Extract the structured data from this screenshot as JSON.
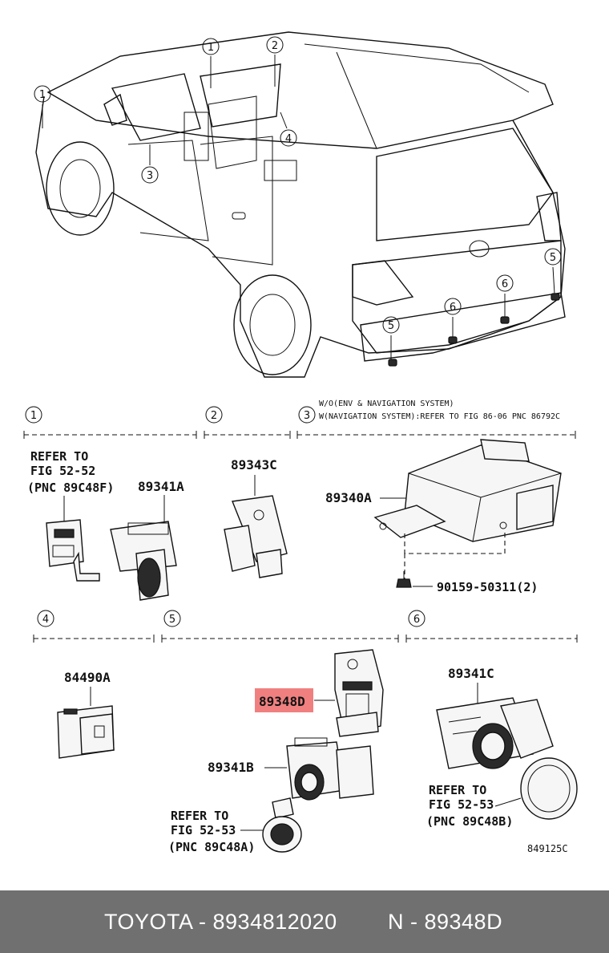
{
  "callouts": {
    "c1": "1",
    "c2": "2",
    "c3": "3",
    "c4": "4",
    "c5": "5",
    "c6": "6"
  },
  "sections": {
    "s3_note_line1": "W/O(ENV & NAVIGATION SYSTEM)",
    "s3_note_line2": "W(NAVIGATION SYSTEM):REFER TO FIG 86-06 PNC 86792C"
  },
  "parts": {
    "p89341A": "89341A",
    "p89343C": "89343C",
    "p89340A": "89340A",
    "p90159": "90159-50311(2)",
    "p84490A": "84490A",
    "p89348D": "89348D",
    "p89341B": "89341B",
    "p89341C": "89341C"
  },
  "refs": {
    "ref1_l1": "REFER TO",
    "ref1_l2": "FIG 52-52",
    "ref1_l3": "(PNC 89C48F)",
    "ref5_l1": "REFER TO",
    "ref5_l2": "FIG 52-53",
    "ref5_l3": "(PNC 89C48A)",
    "ref6_l1": "REFER TO",
    "ref6_l2": "FIG 52-53",
    "ref6_l3": "(PNC 89C48B)"
  },
  "diagram_code": "849125C",
  "highlight_color": "#f08080",
  "footer": {
    "left": "TOYOTA - 8934812020",
    "right": "N - 89348D",
    "background": "#707070"
  }
}
